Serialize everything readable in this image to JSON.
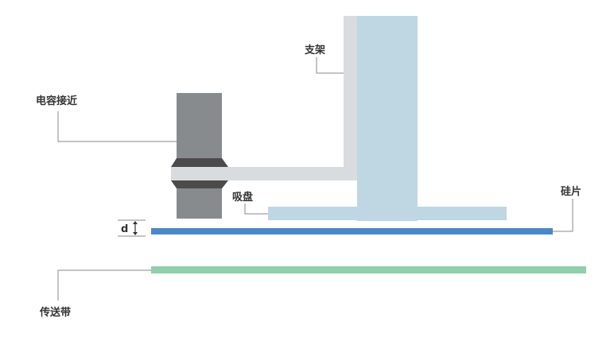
{
  "labels": {
    "bracket": "支架",
    "capacitive_sensor": "电容接近",
    "suction_cup": "吸盘",
    "wafer": "硅片",
    "conveyor": "传送带",
    "gap": "d"
  },
  "colors": {
    "sensor": "#878b8d",
    "sensor_band": "#4d4a4b",
    "arm": "#d9dcdf",
    "support": "#bfd6e3",
    "wafer": "#4a88c8",
    "conveyor": "#8fcfa9"
  }
}
